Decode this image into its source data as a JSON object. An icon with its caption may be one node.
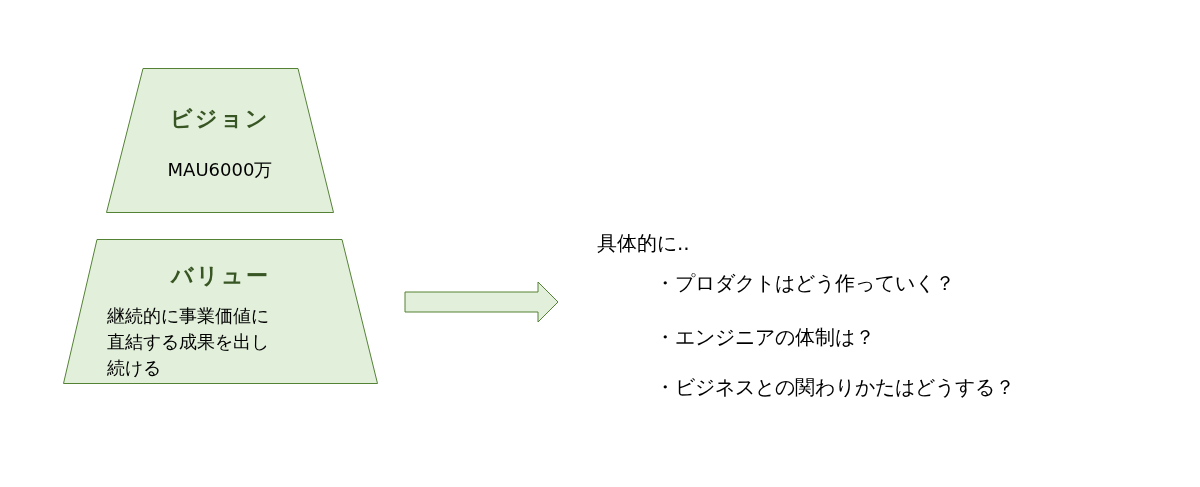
{
  "diagram": {
    "nodes": [
      {
        "text": [
          "ビジョン",
          "MAU6000万"
        ]
      },
      {
        "text": [
          "バリュー",
          "継続的に事業価値に直結する成果を出し続ける"
        ]
      },
      {
        "text": [
          "具体的に..",
          "・プロダクトはどう作っていく？",
          "・エンジニアの体制は？",
          "・ビジネスとの関わりかたはどうする？"
        ]
      }
    ],
    "edges": [
      {
        "from": 1,
        "to": 2,
        "arrow": "to"
      }
    ]
  }
}
